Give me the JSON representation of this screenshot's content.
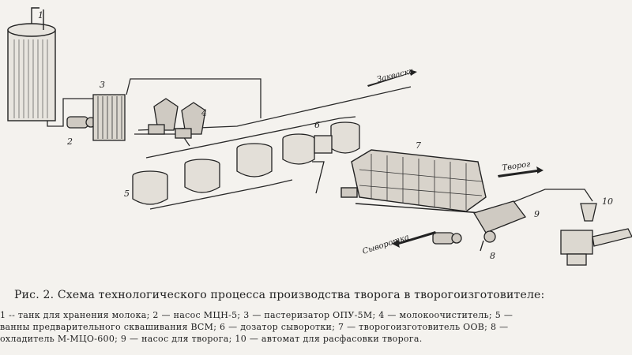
{
  "diagram": {
    "flow_labels": {
      "starter": "Закваска",
      "cottage_cheese": "Творог",
      "whey": "Сыворотка"
    },
    "item_numbers": [
      "1",
      "2",
      "3",
      "4",
      "5",
      "6",
      "7",
      "8",
      "9",
      "10"
    ]
  },
  "caption": {
    "title": "Рис. 2. Схема технологического процесса производства творога в творогоизготовителе:",
    "legend_lines": [
      "1 -- танк для хранения молока; 2 — насос МЦН-5; 3 — пастеризатор ОПУ-5М; 4 — молокоочиститель; 5 —",
      "ванны предварительного сквашивания ВСМ; 6 — дозатор сыворотки; 7 — творогоизготовитель ООВ; 8 —",
      "охладитель М-МЦО-600; 9 — насос для творога; 10 — автомат для расфасовки творога."
    ]
  }
}
